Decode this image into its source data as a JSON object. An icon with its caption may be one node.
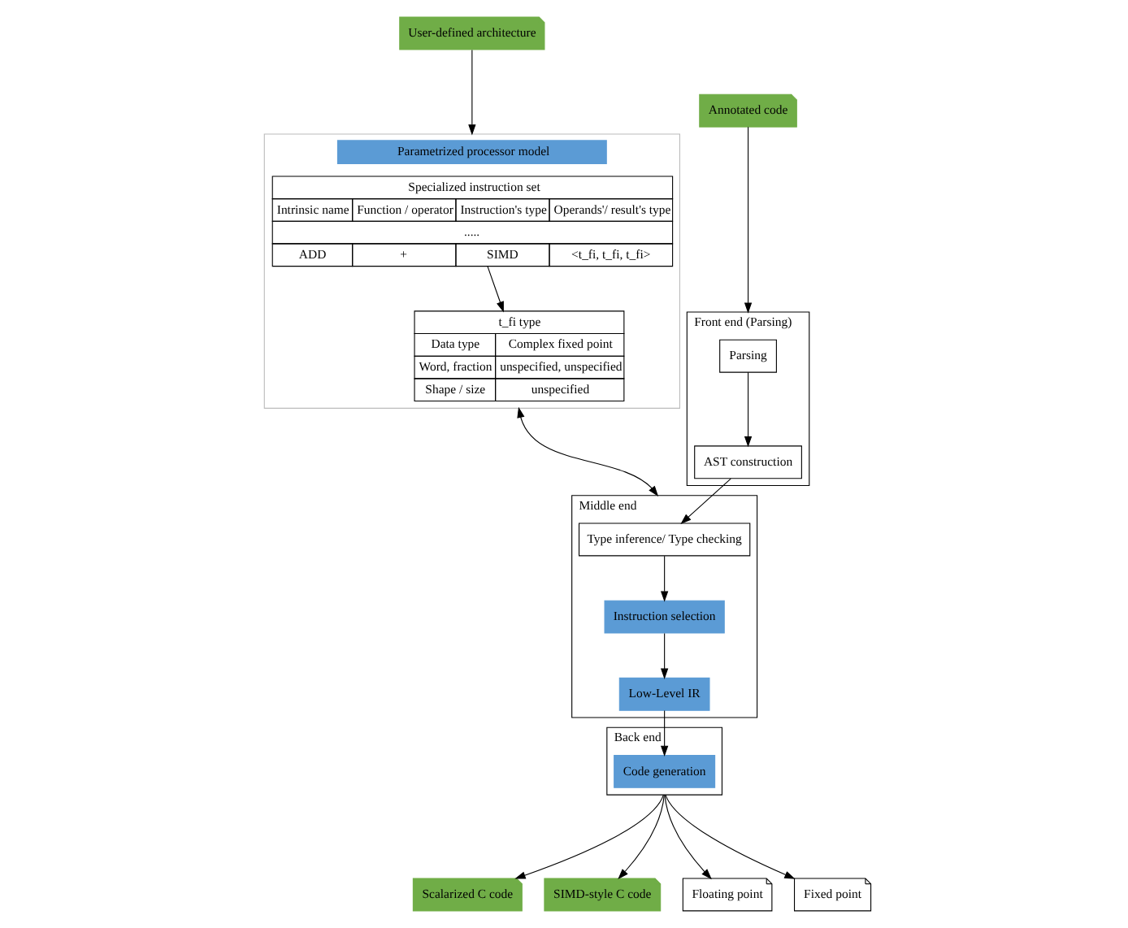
{
  "diagram": {
    "nodes": [
      {
        "text": [
          "User-defined architecture"
        ]
      },
      {
        "text": [
          "Annotated code"
        ]
      },
      {
        "text": [
          "Parametrized processor model"
        ]
      },
      {
        "text": [
          "Specialized instruction set",
          "Intrinsic name",
          "Function / operator",
          "Instruction's type",
          "Operands'/ result's type",
          ".....",
          "ADD",
          "+",
          "SIMD",
          "<t_fi, t_fi, t_fi>"
        ],
        "in": 2
      },
      {
        "text": [
          "t_fi type",
          "Data type",
          "Complex fixed point",
          "Word, fraction",
          "unspecified, unspecified",
          "Shape / size",
          "unspecified"
        ],
        "in": 2
      },
      {
        "text": [
          "Front end (Parsing)"
        ]
      },
      {
        "text": [
          "Parsing"
        ],
        "in": 5
      },
      {
        "text": [
          "AST construction"
        ],
        "in": 5
      },
      {
        "text": [
          "Middle end"
        ]
      },
      {
        "text": [
          "Type inference/ Type checking"
        ],
        "in": 8
      },
      {
        "text": [
          "Instruction selection"
        ],
        "in": 8
      },
      {
        "text": [
          "Low-Level IR"
        ],
        "in": 8
      },
      {
        "text": [
          "Back end"
        ]
      },
      {
        "text": [
          "Code generation"
        ],
        "in": 12
      },
      {
        "text": [
          "Scalarized C code"
        ]
      },
      {
        "text": [
          "SIMD-style C code"
        ]
      },
      {
        "text": [
          "Floating point"
        ]
      },
      {
        "text": [
          "Fixed point"
        ]
      }
    ],
    "edges": [
      {
        "from": 0,
        "to": 2,
        "arrow": "to"
      },
      {
        "from": 1,
        "to": 5,
        "arrow": "to"
      },
      {
        "from": 6,
        "to": 7,
        "arrow": "to"
      },
      {
        "from": 7,
        "to": 9,
        "arrow": "to"
      },
      {
        "from": 9,
        "to": 10,
        "arrow": "to"
      },
      {
        "from": 10,
        "to": 11,
        "arrow": "to"
      },
      {
        "from": 11,
        "to": 13,
        "arrow": "to"
      },
      {
        "from": 2,
        "to": 8,
        "arrow": "both"
      },
      {
        "from": 3,
        "to": 4,
        "arrow": "to"
      },
      {
        "from": 12,
        "to": 14,
        "arrow": "to"
      },
      {
        "from": 12,
        "to": 15,
        "arrow": "to"
      },
      {
        "from": 12,
        "to": 16,
        "arrow": "to"
      },
      {
        "from": 12,
        "to": 17,
        "arrow": "to"
      }
    ]
  }
}
